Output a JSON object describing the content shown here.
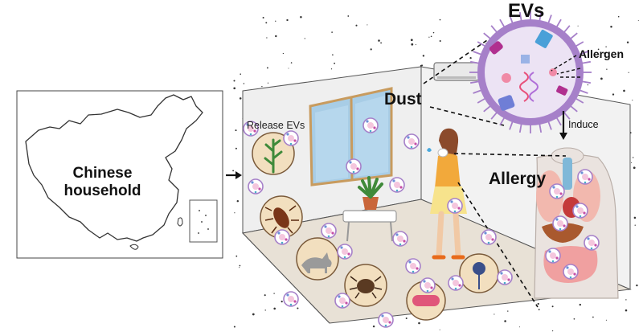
{
  "map": {
    "label_line1": "Chinese",
    "label_line2": "household"
  },
  "room": {
    "release_label": "Release EVs",
    "dust_label": "Dust"
  },
  "ev": {
    "title": "EVs",
    "allergen_label": "Allergen"
  },
  "human": {
    "induce_label": "Induce",
    "allergy_label": "Allergy"
  },
  "colors": {
    "ev_membrane": "#a680c9",
    "ev_interior": "#ece3f4",
    "circle_fill": "#f2dfbf",
    "circle_stroke": "#7a5a3a",
    "woman_top": "#f2a93b",
    "woman_skirt": "#f7e38c",
    "dna": "#e8507a"
  }
}
